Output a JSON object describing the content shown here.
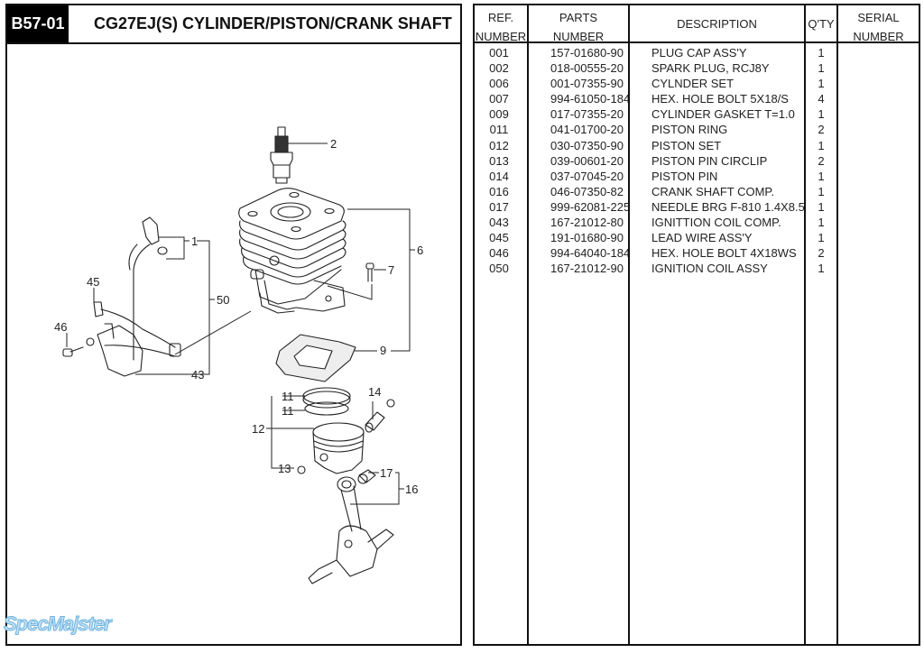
{
  "sheet": {
    "id": "B57-01",
    "title": "CG27EJ(S)  CYLINDER/PISTON/CRANK SHAFT"
  },
  "watermark": "SpecMajster",
  "table": {
    "headers": {
      "ref": [
        "REF.",
        "NUMBER"
      ],
      "parts": [
        "PARTS",
        "NUMBER"
      ],
      "description": "DESCRIPTION",
      "qty": "Q'TY",
      "serial": [
        "SERIAL",
        "NUMBER"
      ]
    },
    "rows": [
      {
        "ref": "001",
        "part": "157-01680-90",
        "desc": "PLUG CAP ASS'Y",
        "qty": "1",
        "serial": ""
      },
      {
        "ref": "002",
        "part": "018-00555-20",
        "desc": "SPARK PLUG, RCJ8Y",
        "qty": "1",
        "serial": ""
      },
      {
        "ref": "006",
        "part": "001-07355-90",
        "desc": "CYLNDER SET",
        "qty": "1",
        "serial": ""
      },
      {
        "ref": "007",
        "part": "994-61050-184",
        "desc": "HEX. HOLE BOLT 5X18/S",
        "qty": "4",
        "serial": ""
      },
      {
        "ref": "009",
        "part": "017-07355-20",
        "desc": "CYLINDER GASKET T=1.0",
        "qty": "1",
        "serial": ""
      },
      {
        "ref": "011",
        "part": "041-01700-20",
        "desc": "PISTON RING",
        "qty": "2",
        "serial": ""
      },
      {
        "ref": "012",
        "part": "030-07350-90",
        "desc": "PISTON SET",
        "qty": "1",
        "serial": ""
      },
      {
        "ref": "013",
        "part": "039-00601-20",
        "desc": "PISTON PIN CIRCLIP",
        "qty": "2",
        "serial": ""
      },
      {
        "ref": "014",
        "part": "037-07045-20",
        "desc": "PISTON PIN",
        "qty": "1",
        "serial": ""
      },
      {
        "ref": "016",
        "part": "046-07350-82",
        "desc": "CRANK SHAFT COMP.",
        "qty": "1",
        "serial": ""
      },
      {
        "ref": "017",
        "part": "999-62081-225",
        "desc": "NEEDLE BRG F-810 1.4X8.5",
        "qty": "1",
        "serial": ""
      },
      {
        "ref": "043",
        "part": "167-21012-80",
        "desc": "IGNITTION COIL COMP.",
        "qty": "1",
        "serial": ""
      },
      {
        "ref": "045",
        "part": "191-01680-90",
        "desc": "LEAD WIRE ASS'Y",
        "qty": "1",
        "serial": ""
      },
      {
        "ref": "046",
        "part": "994-64040-184",
        "desc": "HEX. HOLE BOLT 4X18WS",
        "qty": "2",
        "serial": ""
      },
      {
        "ref": "050",
        "part": "167-21012-90",
        "desc": "IGNITION COIL ASSY",
        "qty": "1",
        "serial": ""
      }
    ]
  },
  "diagram": {
    "callouts": {
      "c1": "1",
      "c2": "2",
      "c6": "6",
      "c7": "7",
      "c9": "9",
      "c11a": "11",
      "c11b": "11",
      "c12": "12",
      "c13": "13",
      "c14": "14",
      "c16": "16",
      "c17": "17",
      "c43": "43",
      "c45": "45",
      "c46": "46",
      "c50": "50"
    }
  }
}
